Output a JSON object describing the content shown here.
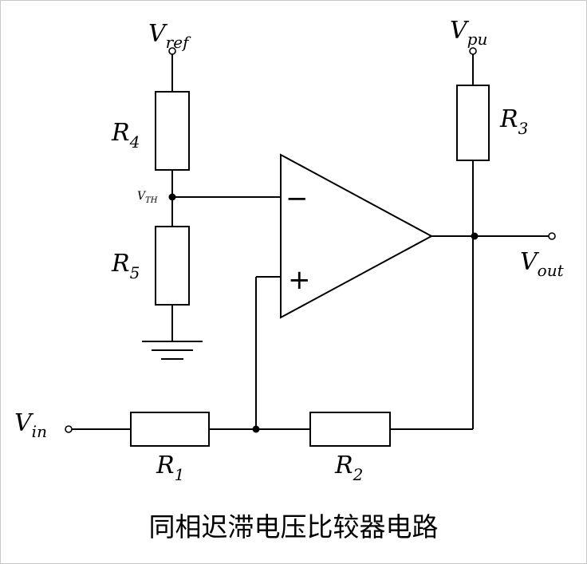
{
  "caption": "同相迟滞电压比较器电路",
  "labels": {
    "vref": {
      "main": "V",
      "sub": "ref"
    },
    "vpu": {
      "main": "V",
      "sub": "pu"
    },
    "vin": {
      "main": "V",
      "sub": "in"
    },
    "vout": {
      "main": "V",
      "sub": "out"
    },
    "vth": {
      "main": "V",
      "sub": "TH"
    },
    "r1": {
      "main": "R",
      "sub": "1"
    },
    "r2": {
      "main": "R",
      "sub": "2"
    },
    "r3": {
      "main": "R",
      "sub": "3"
    },
    "r4": {
      "main": "R",
      "sub": "4"
    },
    "r5": {
      "main": "R",
      "sub": "5"
    }
  },
  "opamp": {
    "minus": "−",
    "plus": "+"
  }
}
